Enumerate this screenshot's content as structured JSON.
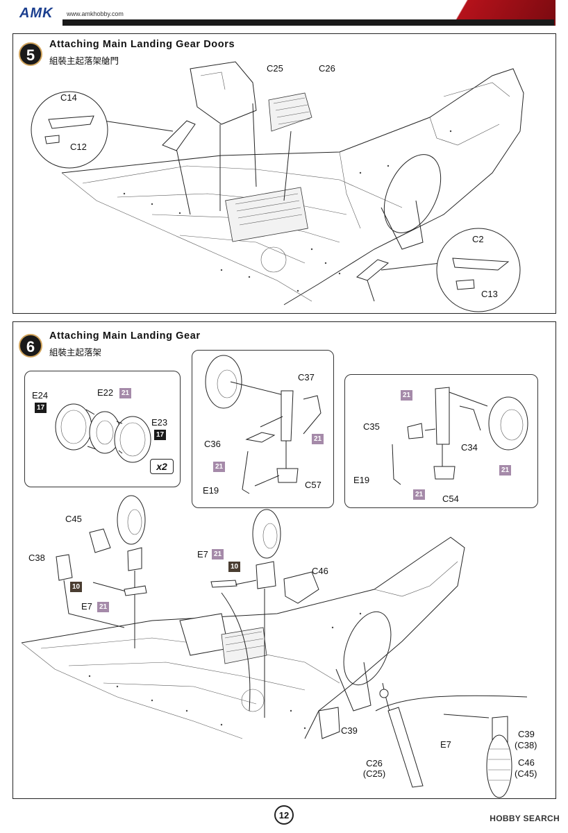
{
  "header": {
    "logo": "AMK",
    "website": "www.amkhobby.com"
  },
  "step5": {
    "number": "5",
    "title": "Attaching Main Landing Gear Doors",
    "subtitle": "組裝主起落架艙門",
    "labels": [
      "C25",
      "C26",
      "C14",
      "C12",
      "C2",
      "C13"
    ]
  },
  "step6": {
    "number": "6",
    "title": "Attaching Main Landing Gear",
    "subtitle": "組裝主起落架",
    "wheel_box": {
      "labels": [
        "E24",
        "E22",
        "E23"
      ],
      "tags": [
        "17",
        "21",
        "17"
      ],
      "multiplier": "x2"
    },
    "left_leg_box": {
      "labels": [
        "C37",
        "C36",
        "E19",
        "C57"
      ],
      "tags": [
        "21",
        "21"
      ]
    },
    "right_leg_box": {
      "labels": [
        "C35",
        "C34",
        "E19",
        "C54"
      ],
      "tags": [
        "21",
        "21",
        "21"
      ]
    },
    "main_labels": {
      "c45": "C45",
      "c38": "C38",
      "e7_left": "E7",
      "e7_mid": "E7",
      "c46": "C46",
      "c39": "C39",
      "c26_c25": "C26",
      "c26_c25_paren": "(C25)",
      "e7_detail": "E7",
      "c39_c38": "C39",
      "c39_c38_paren": "(C38)",
      "c46_c45": "C46",
      "c46_c45_paren": "(C45)"
    },
    "main_tags": {
      "t10_left": "10",
      "t21_e7_left": "21",
      "t21_e7_mid": "21",
      "t10_mid": "10"
    }
  },
  "page_number": "12",
  "watermark": "HOBBY SEARCH"
}
